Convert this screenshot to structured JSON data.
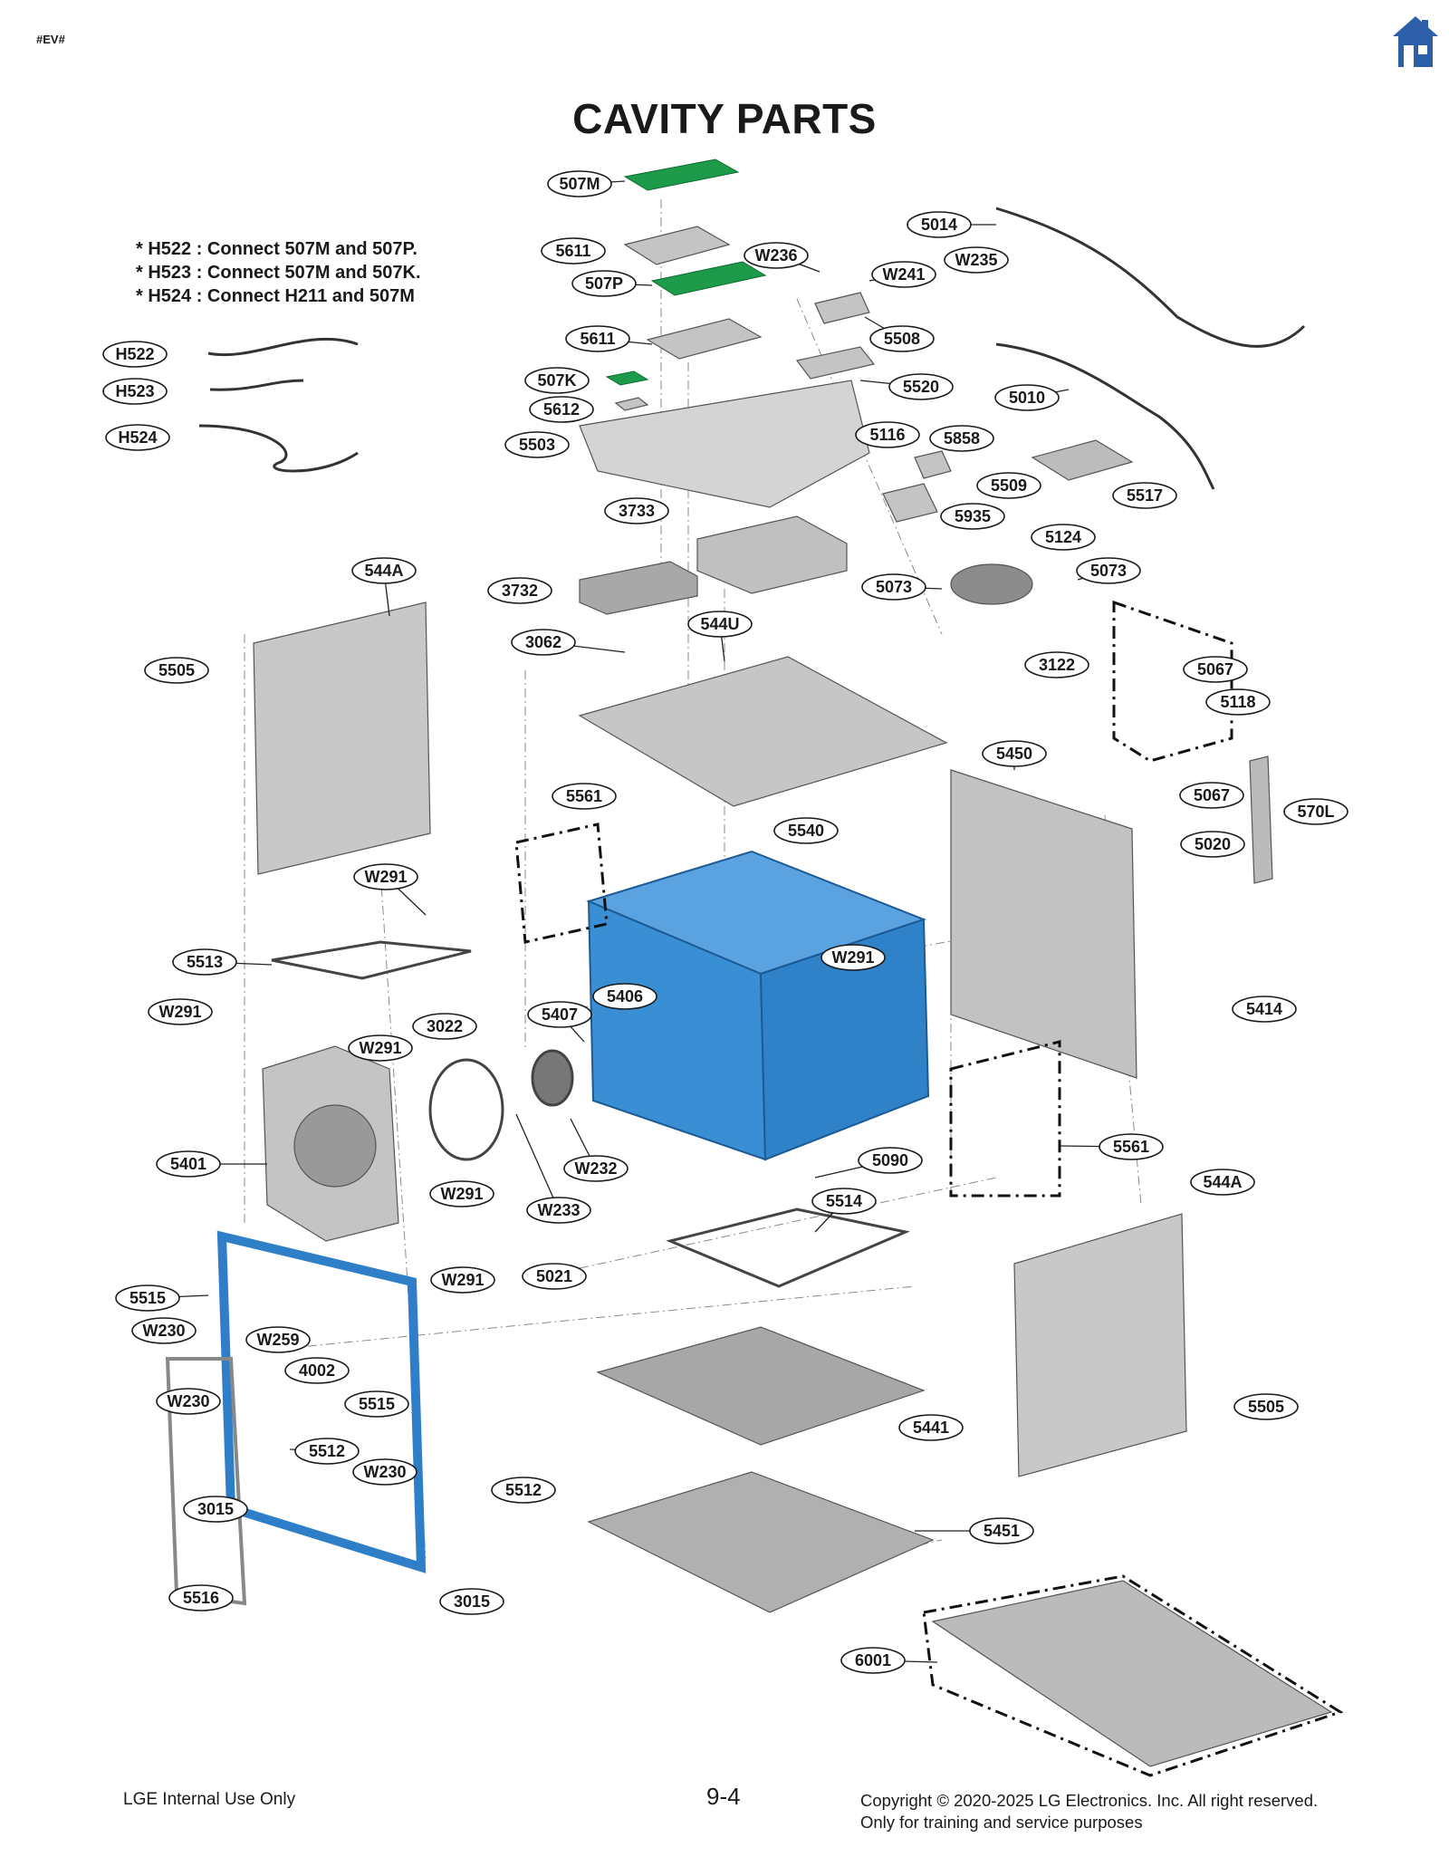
{
  "header": {
    "tag": "#EV#",
    "home_icon": "home-icon",
    "title": "CAVITY PARTS"
  },
  "notes": [
    "* H522 : Connect 507M and 507P.",
    "* H523 : Connect 507M and 507K.",
    "* H524 : Connect H211 and 507M"
  ],
  "colors": {
    "pcb_green": "#1e9b4a",
    "cavity_blue": "#3a8fd4",
    "frame_blue": "#2f7fc8",
    "home_blue": "#2d5fa8",
    "part_gray": "#b8b8b8"
  },
  "callouts": [
    {
      "label": "507M"
    },
    {
      "label": "5611"
    },
    {
      "label": "507P"
    },
    {
      "label": "5611"
    },
    {
      "label": "507K"
    },
    {
      "label": "5612"
    },
    {
      "label": "5503"
    },
    {
      "label": "W236"
    },
    {
      "label": "W241"
    },
    {
      "label": "5508"
    },
    {
      "label": "5520"
    },
    {
      "label": "5116"
    },
    {
      "label": "5858"
    },
    {
      "label": "5509"
    },
    {
      "label": "5935"
    },
    {
      "label": "5014"
    },
    {
      "label": "W235"
    },
    {
      "label": "5010"
    },
    {
      "label": "5517"
    },
    {
      "label": "3733"
    },
    {
      "label": "3732"
    },
    {
      "label": "5124"
    },
    {
      "label": "5073"
    },
    {
      "label": "5073"
    },
    {
      "label": "H522"
    },
    {
      "label": "H523"
    },
    {
      "label": "H524"
    },
    {
      "label": "544A"
    },
    {
      "label": "5505"
    },
    {
      "label": "3062"
    },
    {
      "label": "544U"
    },
    {
      "label": "3122"
    },
    {
      "label": "5067"
    },
    {
      "label": "5118"
    },
    {
      "label": "5450"
    },
    {
      "label": "5067"
    },
    {
      "label": "5020"
    },
    {
      "label": "570L"
    },
    {
      "label": "5561"
    },
    {
      "label": "5540"
    },
    {
      "label": "W291"
    },
    {
      "label": "5513"
    },
    {
      "label": "W291"
    },
    {
      "label": "5406"
    },
    {
      "label": "5414"
    },
    {
      "label": "W291"
    },
    {
      "label": "3022"
    },
    {
      "label": "5407"
    },
    {
      "label": "W291"
    },
    {
      "label": "5401"
    },
    {
      "label": "W232"
    },
    {
      "label": "W291"
    },
    {
      "label": "W233"
    },
    {
      "label": "5090"
    },
    {
      "label": "5561"
    },
    {
      "label": "544A"
    },
    {
      "label": "5514"
    },
    {
      "label": "W291"
    },
    {
      "label": "5021"
    },
    {
      "label": "5515"
    },
    {
      "label": "W230"
    },
    {
      "label": "W259"
    },
    {
      "label": "4002"
    },
    {
      "label": "5515"
    },
    {
      "label": "W230"
    },
    {
      "label": "5512"
    },
    {
      "label": "W230"
    },
    {
      "label": "5512"
    },
    {
      "label": "5441"
    },
    {
      "label": "5505"
    },
    {
      "label": "3015"
    },
    {
      "label": "5451"
    },
    {
      "label": "5516"
    },
    {
      "label": "3015"
    },
    {
      "label": "6001"
    }
  ],
  "footer": {
    "left": "LGE Internal Use Only",
    "page": "9-4",
    "copyright_line1": "Copyright © 2020-2025 LG Electronics. Inc. All right reserved.",
    "copyright_line2": "Only for training and service purposes"
  }
}
